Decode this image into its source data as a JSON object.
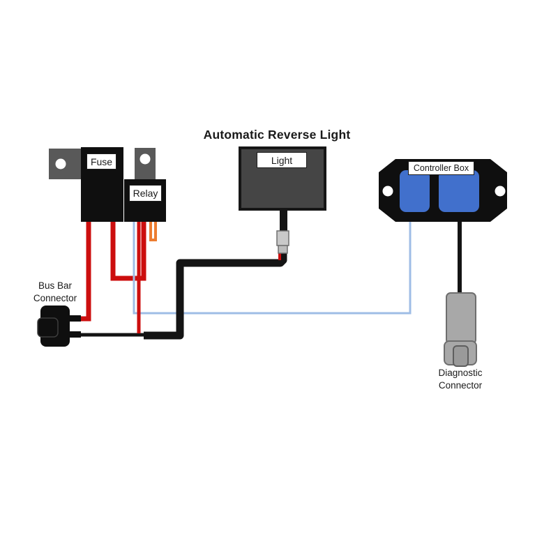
{
  "title": "Automatic Reverse Light",
  "components": {
    "fuse": {
      "label": "Fuse"
    },
    "relay": {
      "label": "Relay"
    },
    "light": {
      "label": "Light"
    },
    "controller_box": {
      "label": "Controller Box"
    },
    "bus_bar": {
      "label_line1": "Bus Bar",
      "label_line2": "Connector"
    },
    "diagnostic": {
      "label_line1": "Diagnostic",
      "label_line2": "Connector"
    }
  },
  "colors": {
    "component_black": "#0f0f0f",
    "bracket_gray": "#595959",
    "light_body_gray": "#454545",
    "light_border_black": "#161616",
    "connector_blue": "#4170cc",
    "wire_red": "#cc0e0e",
    "wire_orange": "#ed7d31",
    "wire_light_blue": "#9fbde6",
    "wire_black": "#141414",
    "plug_gray": "#c9c9c9",
    "plug_gray_dark": "#bcbcbc",
    "diagnostic_gray": "#a8a8a8",
    "diagnostic_inner_gray": "#9a9a9a",
    "hole_white": "#ffffff"
  }
}
